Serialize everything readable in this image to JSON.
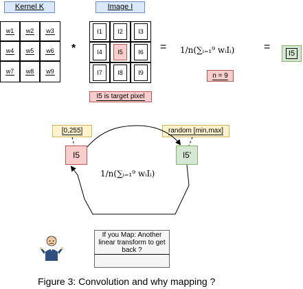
{
  "labels": {
    "kernel": "Kernel K",
    "image": "Image I"
  },
  "kernel_cells": [
    [
      "w1",
      "w2",
      "w3"
    ],
    [
      "w4",
      "w5",
      "w6"
    ],
    [
      "w7",
      "w8",
      "w9"
    ]
  ],
  "image_cells": [
    [
      "I1",
      "I2",
      "I3"
    ],
    [
      "I4",
      "I5",
      "I6"
    ],
    [
      "I7",
      "I8",
      "I9"
    ]
  ],
  "operators": {
    "convolve": "*",
    "equals": "="
  },
  "formula": "1/n(∑ᵢ₌₁⁹ wᵢIᵢ)",
  "result": "I5",
  "n_tag": "n = 9",
  "target_tag": "I5 is target pixel",
  "range_tag": "[0,255]",
  "random_tag": "random [min,max]",
  "cycle": {
    "source": "I5",
    "mapped": "I5'",
    "formula": "1/n(∑ᵢ₌₁⁹ wᵢIᵢ)"
  },
  "note": "If you Map: Another linear transform to get back ?",
  "caption": "Figure 3: Convolution and why mapping ?",
  "colors": {
    "blue_fill": "#dae8fc",
    "red_fill": "#f8cecc",
    "green_fill": "#d5e8d4",
    "yellow_fill": "#fff2cc"
  }
}
